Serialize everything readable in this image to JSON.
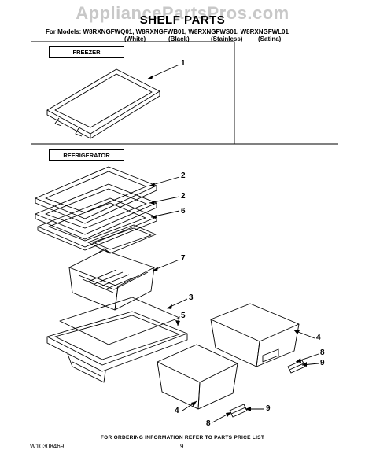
{
  "watermark": "AppliancePartsPros.com",
  "title": "SHELF PARTS",
  "models_line": "For Models: W8RXNGFWQ01, W8RXNGFWB01, W8RXNGFWS01, W8RXNGFWL01",
  "variants": [
    "(White)",
    "(Black)",
    "(Stainless)",
    "(Satina)"
  ],
  "sections": {
    "freezer": "FREEZER",
    "refrigerator": "REFRIGERATOR"
  },
  "callouts": [
    "1",
    "2",
    "2",
    "6",
    "7",
    "3",
    "5",
    "4",
    "8",
    "9",
    "4",
    "8",
    "9"
  ],
  "footer_note": "FOR ORDERING INFORMATION REFER TO PARTS PRICE LIST",
  "doc_number": "W10308469",
  "page_number": "9"
}
